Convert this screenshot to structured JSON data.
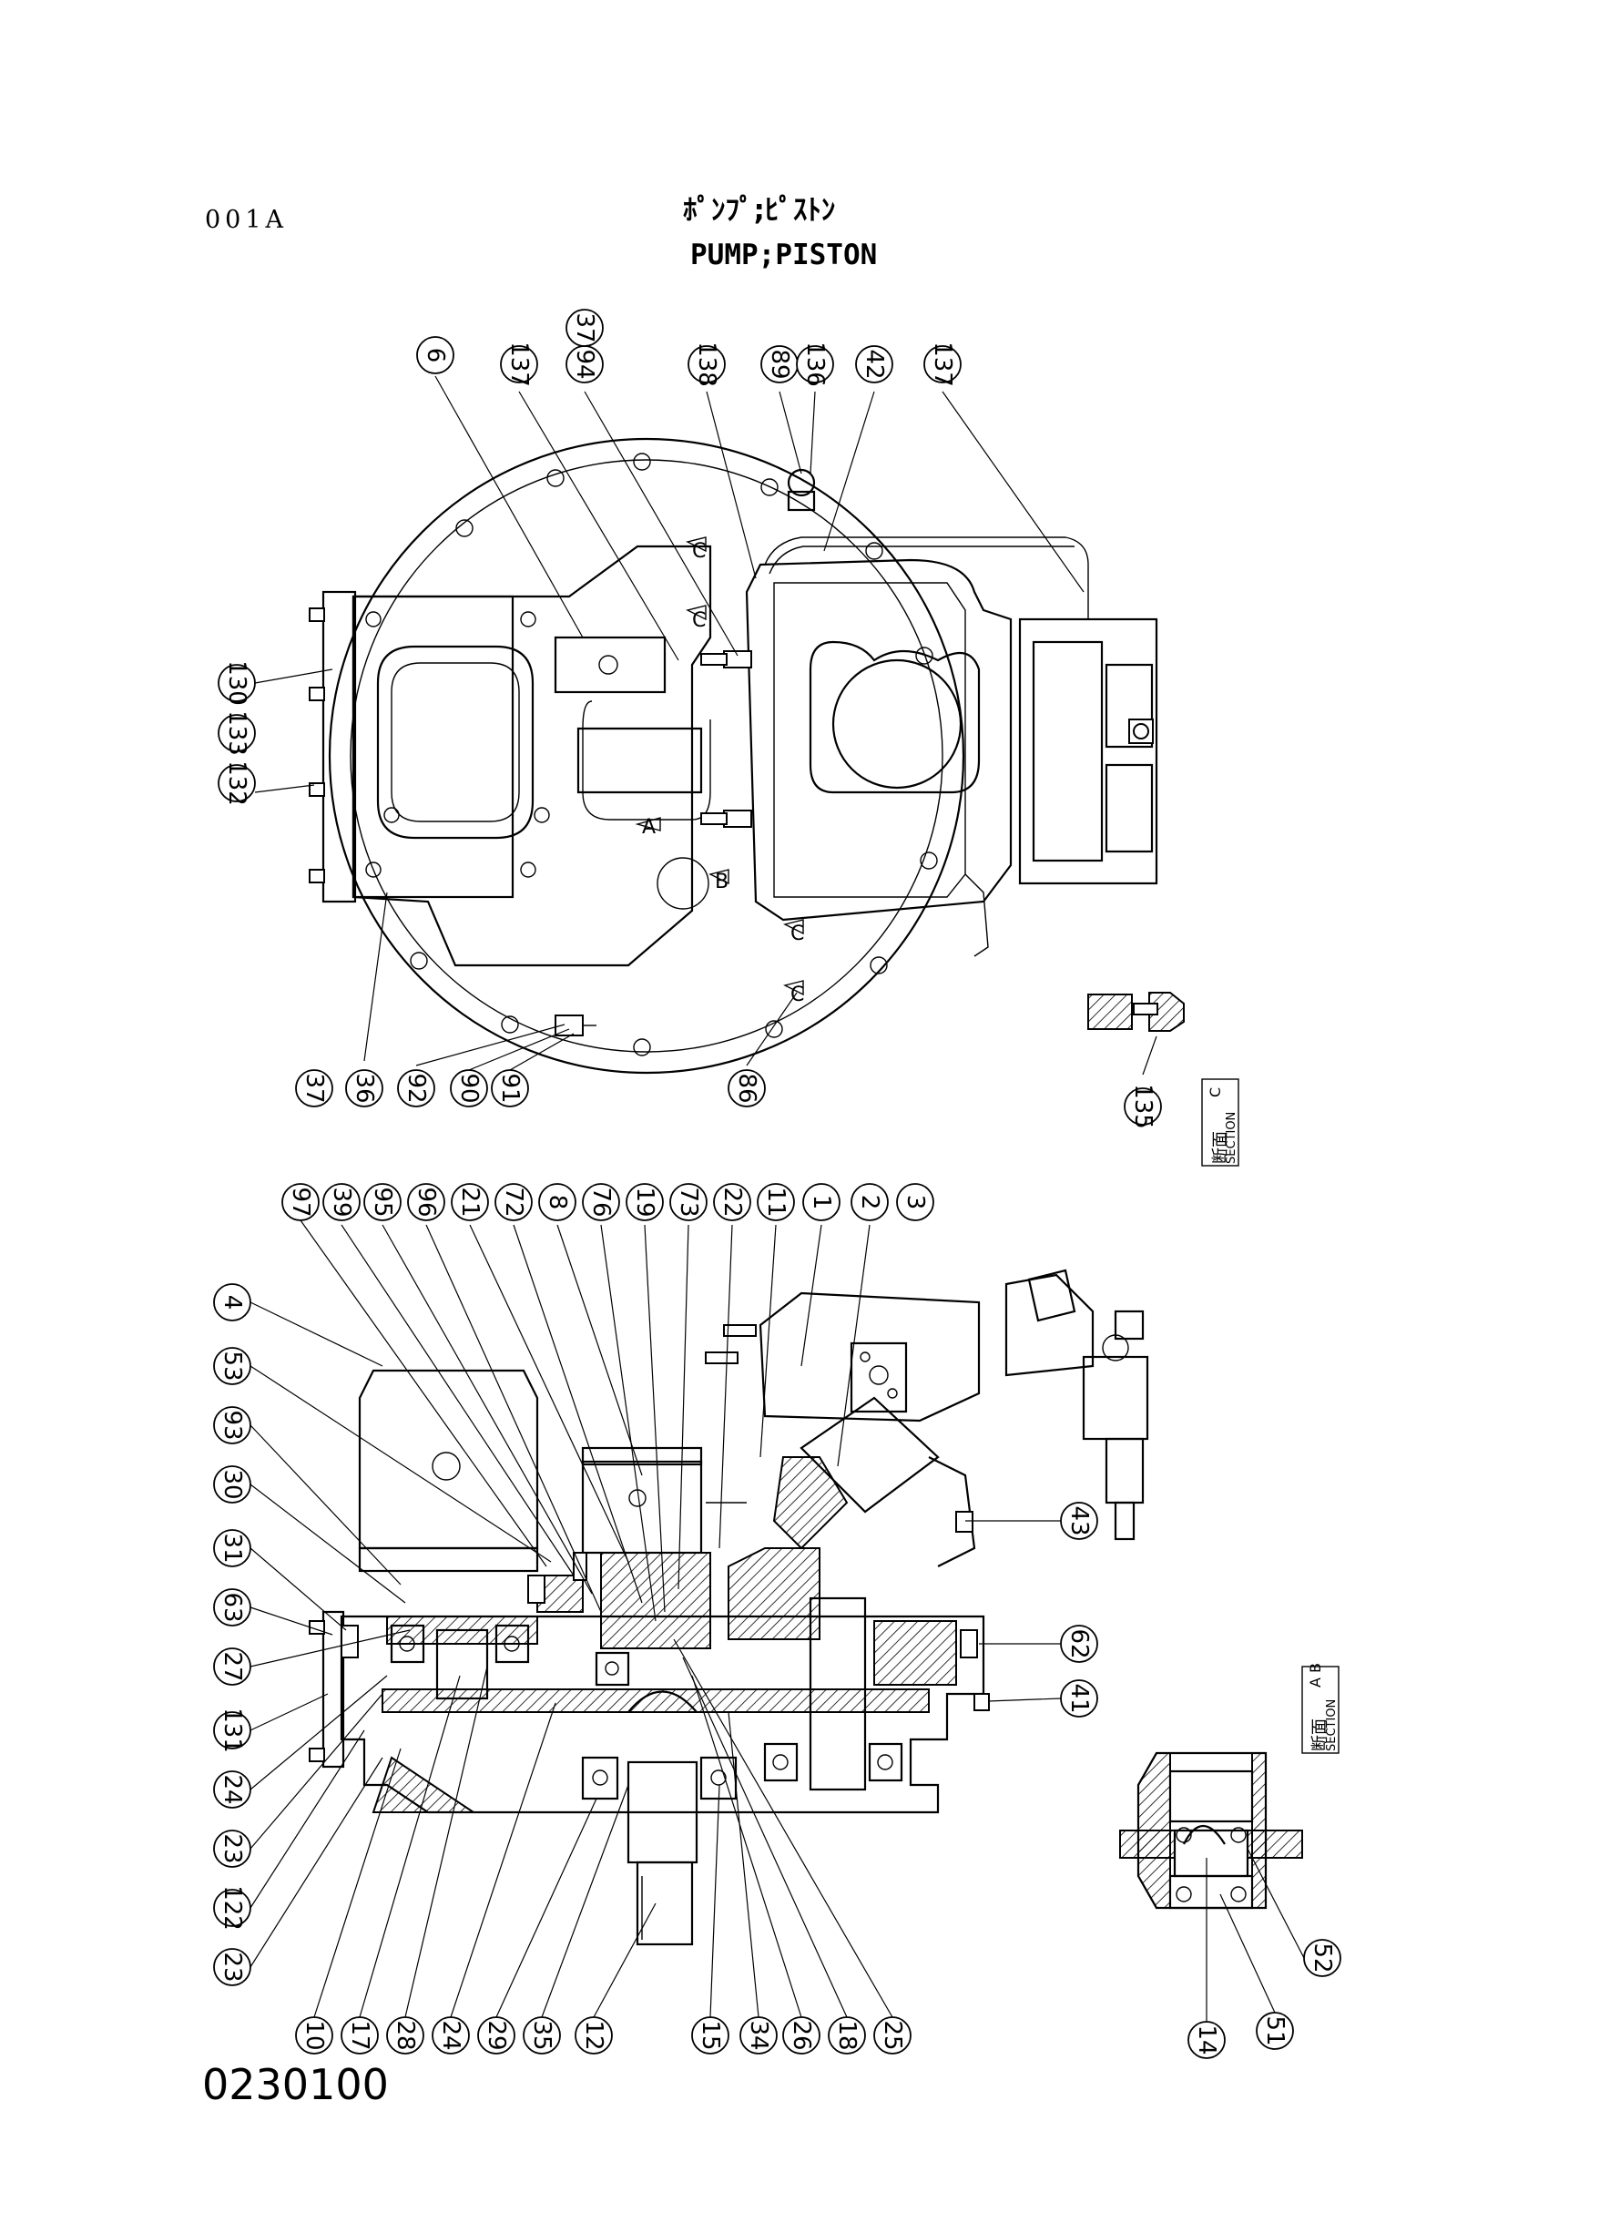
{
  "header": {
    "page_code": "001A",
    "title_jp": "ﾎﾟﾝﾌﾟ;ﾋﾟｽﾄﾝ",
    "title_en": "PUMP;PISTON"
  },
  "footer": {
    "drawing_number": "0230100"
  },
  "section_labels": {
    "c": {
      "kanji": "断面",
      "word": "SECTION",
      "letter": "C"
    },
    "ab": {
      "kanji": "断面",
      "word": "SECTION",
      "letter": "A B"
    }
  },
  "view_markers": [
    "A",
    "B",
    "C",
    "C",
    "C",
    "C"
  ],
  "callouts": {
    "top_view": [
      "6",
      "137",
      "94",
      "37",
      "138",
      "89",
      "136",
      "42",
      "137",
      "130",
      "133",
      "132",
      "37",
      "36",
      "92",
      "90",
      "91",
      "86",
      "135"
    ],
    "side_view_top": [
      "97",
      "39",
      "95",
      "96",
      "21",
      "72",
      "8",
      "76",
      "19",
      "73",
      "22",
      "11",
      "1",
      "2",
      "3"
    ],
    "side_view_left": [
      "4",
      "53",
      "93",
      "30",
      "31",
      "63",
      "27",
      "131",
      "24",
      "23",
      "122",
      "23"
    ],
    "side_view_bottom": [
      "10",
      "17",
      "28",
      "24",
      "29",
      "35",
      "12",
      "15",
      "34",
      "26",
      "18",
      "25"
    ],
    "side_view_right": [
      "43",
      "62",
      "41"
    ],
    "section_ab": [
      "14",
      "51",
      "52"
    ]
  }
}
